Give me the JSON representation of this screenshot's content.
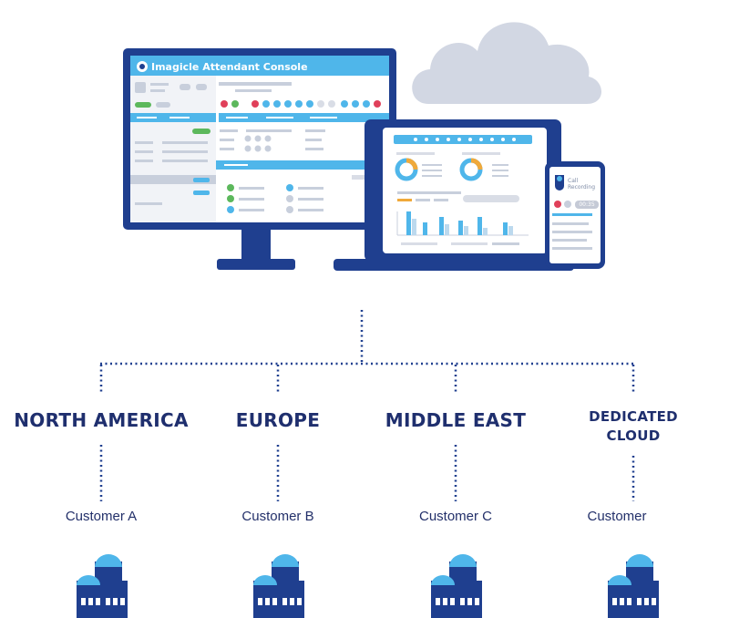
{
  "app": {
    "window_title": "Imagicle Attendant Console",
    "phone_label": "Call Recording",
    "phone_timer": "00:35"
  },
  "regions": [
    {
      "name": "NORTH AMERICA",
      "customer": "Customer A"
    },
    {
      "name": "EUROPE",
      "customer": "Customer B"
    },
    {
      "name": "MIDDLE EAST",
      "customer": "Customer C"
    },
    {
      "name": "DEDICATED CLOUD",
      "customer": "Customer"
    }
  ],
  "colors": {
    "navy": "#1f3f8f",
    "dark_navy": "#1f2f6e",
    "sky_blue": "#4fb6ea",
    "cloud_gray": "#d2d7e3",
    "connector": "#1f3f8f"
  },
  "icons": [
    "cloud-icon",
    "desktop-monitor-icon",
    "laptop-icon",
    "smartphone-icon",
    "datacenter-building-icon"
  ]
}
